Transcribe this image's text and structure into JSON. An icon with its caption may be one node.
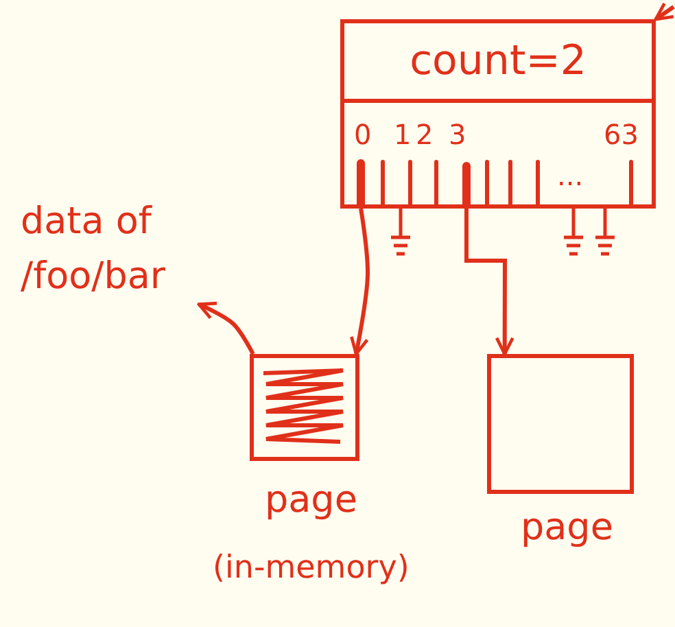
{
  "diagram": {
    "nodes": [
      {
        "text": [],
        "shape": "box"
      },
      {
        "text": [
          "count=2"
        ],
        "in": 0
      },
      {
        "text": [],
        "shape": "bar",
        "in": 0
      },
      {
        "text": [],
        "shape": "bar",
        "in": 0
      },
      {
        "text": [
          "data of /foo/bar"
        ]
      },
      {
        "text": [
          "page",
          "(in-memory)"
        ]
      },
      {
        "text": [
          "page"
        ]
      }
    ],
    "edges": [
      {
        "from": 2,
        "to": 5,
        "arrow": "to"
      },
      {
        "from": 3,
        "to": 6,
        "arrow": "to"
      },
      {
        "from": 5,
        "to": 4,
        "arrow": "to"
      },
      {
        "from": null,
        "to": 0,
        "arrow": "to"
      }
    ],
    "labels": [
      "0",
      "1",
      "2",
      "3",
      "63",
      "..."
    ]
  }
}
